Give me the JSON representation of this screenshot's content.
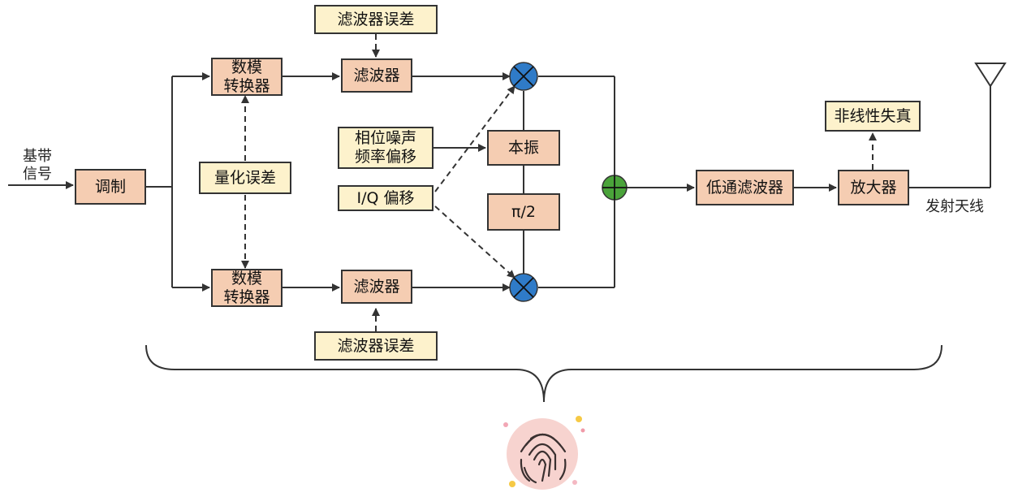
{
  "inputs": {
    "baseband": "基带\n信号"
  },
  "blocks": {
    "modulator": "调制",
    "dac_top": "数模\n转换器",
    "dac_bottom": "数模\n转换器",
    "filter_top": "滤波器",
    "filter_bottom": "滤波器",
    "local_osc": "本振",
    "phase_shift": "π/2",
    "lowpass": "低通滤波器",
    "amplifier": "放大器"
  },
  "impairments": {
    "filter_error_top": "滤波器误差",
    "filter_error_bottom": "滤波器误差",
    "quantization_error": "量化误差",
    "phase_noise": "相位噪声\n频率偏移",
    "iq_offset": "I/Q 偏移",
    "nonlinear": "非线性失真"
  },
  "output": {
    "antenna": "发射天线"
  },
  "colors": {
    "process_fill": "#f5cdb2",
    "impairment_fill": "#fdf2cc",
    "mixer": "#2f7bc8",
    "adder": "#4aa33a",
    "line": "#333333"
  },
  "icons": {
    "fingerprint": "fingerprint-icon",
    "antenna": "antenna-icon"
  }
}
